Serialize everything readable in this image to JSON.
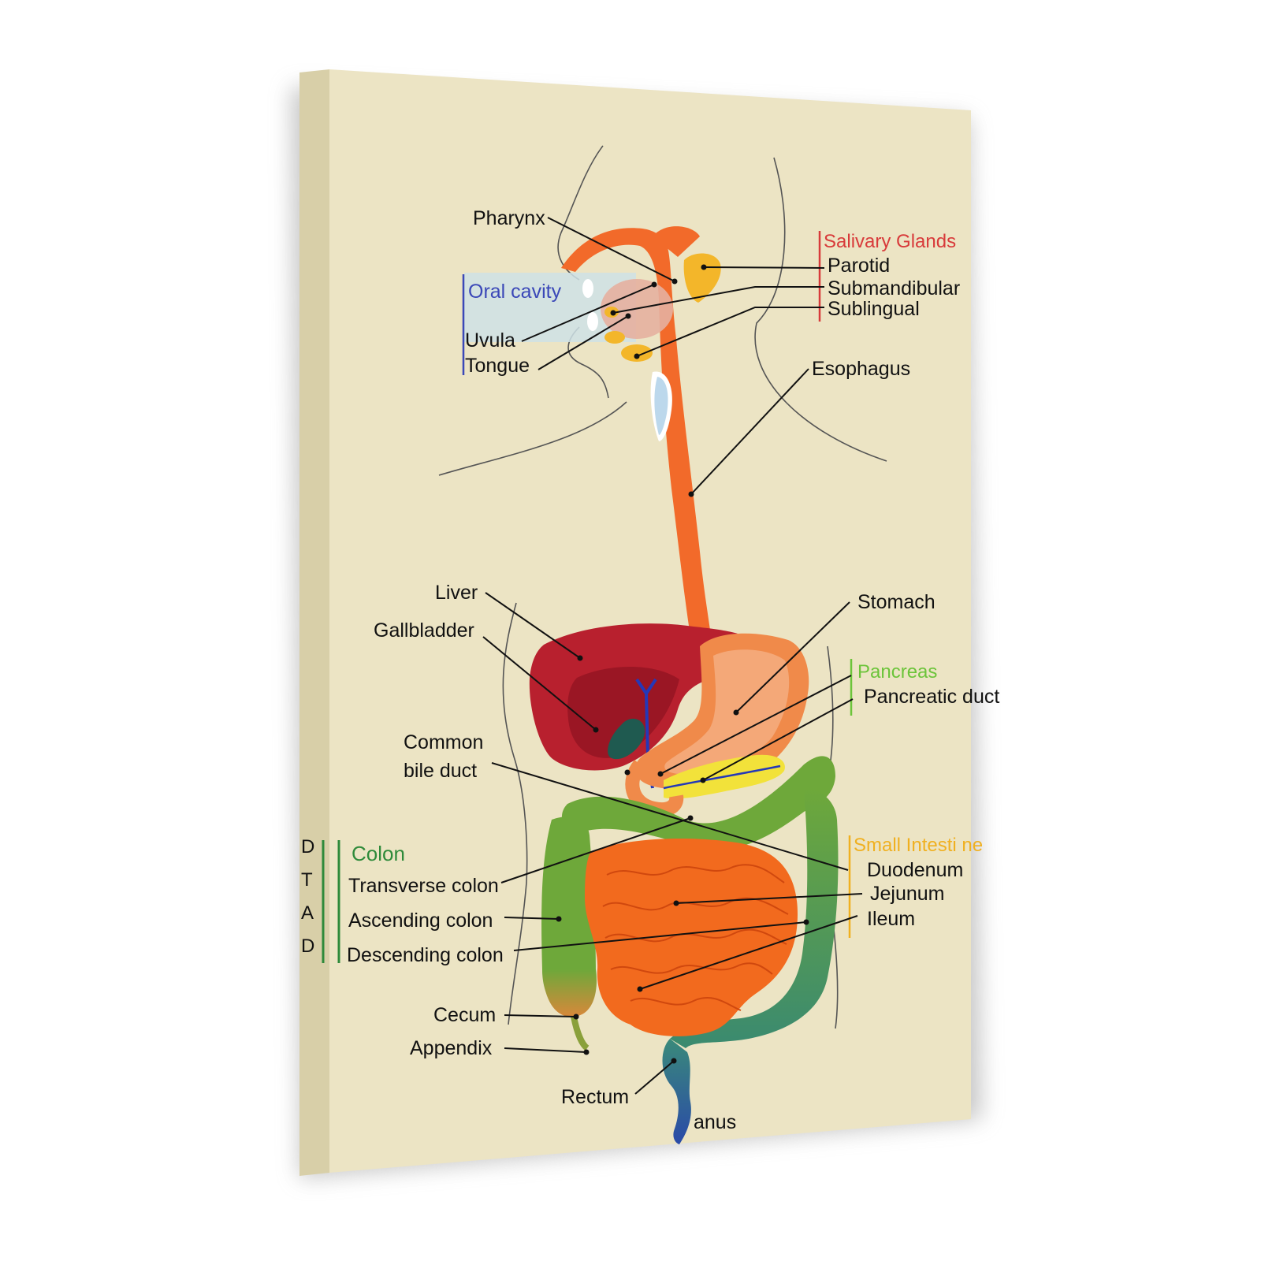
{
  "labels": {
    "pharynx": "Pharynx",
    "oral_cavity": "Oral cavity",
    "uvula": "Uvula",
    "tongue": "Tongue",
    "salivary_glands": "Salivary Glands",
    "parotid": "Parotid",
    "submandibular": "Submandibular",
    "sublingual": "Sublingual",
    "esophagus": "Esophagus",
    "liver": "Liver",
    "gallbladder": "Gallbladder",
    "stomach": "Stomach",
    "pancreas": "Pancreas",
    "pancreatic_duct": "Pancreatic duct",
    "common_bile_duct_line1": "Common",
    "common_bile_duct_line2": "bile duct",
    "small_intestine": "Small Intesti ne",
    "duodenum": "Duodenum",
    "jejunum": "Jejunum",
    "ileum": "Ileum",
    "colon": "Colon",
    "transverse_colon": "Transverse colon",
    "ascending_colon": "Ascending colon",
    "descending_colon": "Descending colon",
    "cecum": "Cecum",
    "appendix": "Appendix",
    "rectum": "Rectum",
    "anus": "anus"
  },
  "edge_letters": [
    "D",
    "T",
    "A",
    "D"
  ],
  "colors": {
    "canvas": "#ece4c4",
    "canvas_side": "#d8cfa8",
    "salivary_group": "#d83a3a",
    "oral_group": "#3b48b8",
    "pancreas_group": "#6cc43a",
    "small_intestine_group": "#f0b020",
    "colon_group": "#2e8a3a",
    "esophagus": "#f26a2a",
    "liver": "#b8202e",
    "stomach": "#f09060",
    "small_intestine": "#f26a1e",
    "colon": "#6ea83a"
  }
}
